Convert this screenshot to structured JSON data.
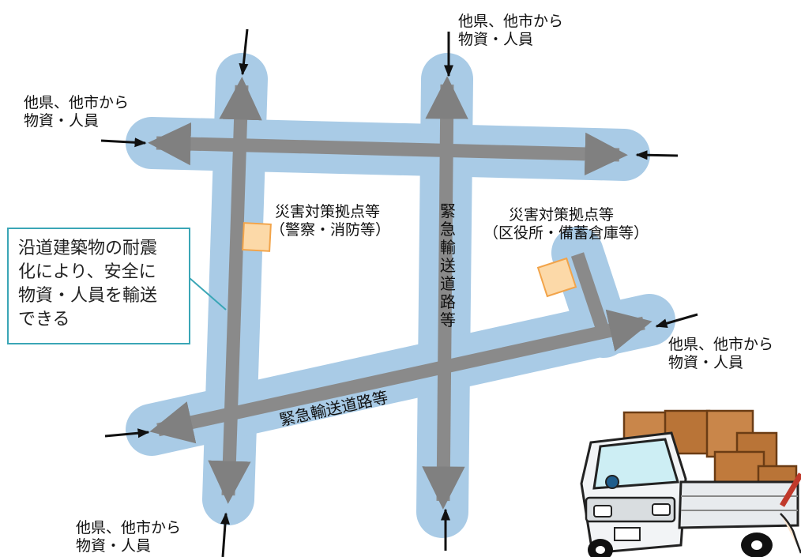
{
  "supply_labels": [
    [
      "他県、他市から",
      "物資・人員"
    ],
    [
      "他県、他市から",
      "物資・人員"
    ],
    [
      "他県、他市から",
      "物資・人員"
    ],
    [
      "他県、他市から",
      "物資・人員"
    ]
  ],
  "base_left": [
    "災害対策拠点等",
    "（警察・消防等）"
  ],
  "base_right": [
    "災害対策拠点等",
    "（区役所・備蓄倉庫等）"
  ],
  "callout": [
    "沿道建築物の耐震",
    "化により、安全に",
    "物資・人員を輸送",
    "できる"
  ],
  "road_vertical": [
    "緊",
    "急",
    "輸",
    "送",
    "道",
    "路",
    "等"
  ],
  "road_diagonal": "緊急輸送道路等",
  "colors": {
    "road_halo": "#a9cbe6",
    "road": "#8a8a8a",
    "base_fill": "#fcd9a8",
    "base_border": "#f2a44a",
    "callout_border": "#3aa6b6"
  },
  "illustration": "truck-with-boxes"
}
